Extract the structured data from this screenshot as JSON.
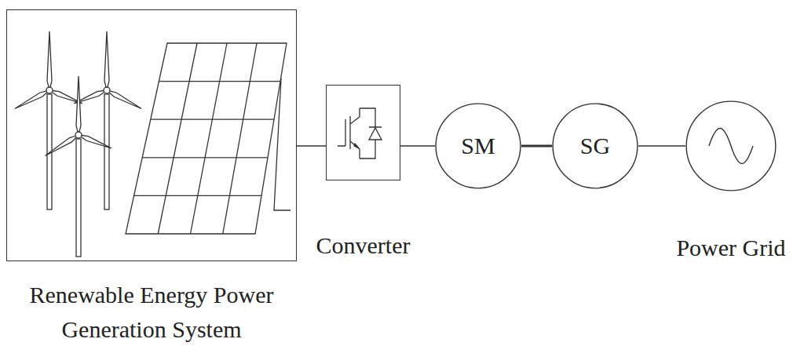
{
  "diagram": {
    "nodes": [
      {
        "text": [
          "Renewable Energy Power Generation System"
        ]
      },
      {
        "text": [
          "Converter"
        ]
      },
      {
        "text": [
          "SM"
        ]
      },
      {
        "text": [
          "SG"
        ]
      },
      {
        "text": [
          "Power Grid"
        ]
      }
    ],
    "edges": [
      {
        "from": 0,
        "to": 1,
        "arrow": "none"
      },
      {
        "from": 1,
        "to": 2,
        "arrow": "none"
      },
      {
        "from": 2,
        "to": 3,
        "arrow": "none"
      },
      {
        "from": 3,
        "to": 4,
        "arrow": "none"
      }
    ]
  }
}
